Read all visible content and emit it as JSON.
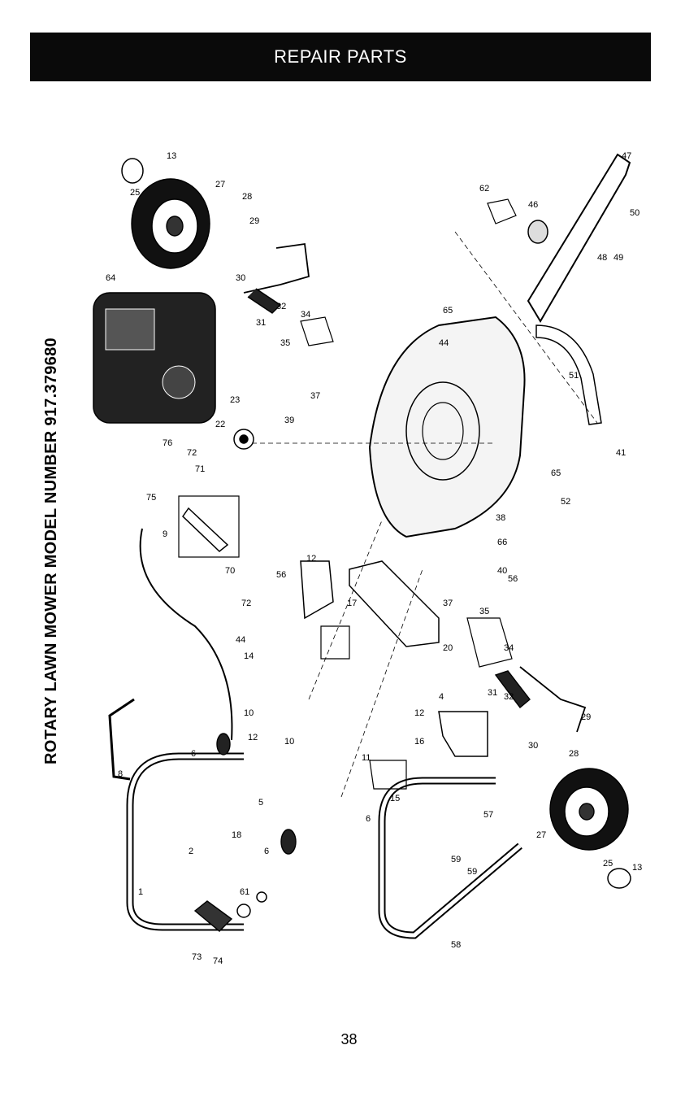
{
  "header": {
    "title": "REPAIR PARTS"
  },
  "side_title": "ROTARY LAWN MOWER MODEL NUMBER 917.379680",
  "page_number": "38",
  "part_labels": [
    "1",
    "2",
    "4",
    "5",
    "6",
    "6",
    "6",
    "8",
    "9",
    "10",
    "10",
    "11",
    "12",
    "12",
    "12",
    "13",
    "13",
    "14",
    "15",
    "16",
    "17",
    "18",
    "20",
    "22",
    "23",
    "25",
    "25",
    "27",
    "27",
    "28",
    "28",
    "29",
    "29",
    "30",
    "30",
    "31",
    "31",
    "32",
    "32",
    "34",
    "34",
    "35",
    "35",
    "37",
    "37",
    "38",
    "39",
    "40",
    "41",
    "44",
    "44",
    "46",
    "47",
    "48",
    "49",
    "50",
    "51",
    "52",
    "56",
    "56",
    "57",
    "58",
    "59",
    "59",
    "61",
    "62",
    "64",
    "65",
    "65",
    "66",
    "70",
    "71",
    "72",
    "72",
    "73",
    "74",
    "75",
    "76"
  ]
}
